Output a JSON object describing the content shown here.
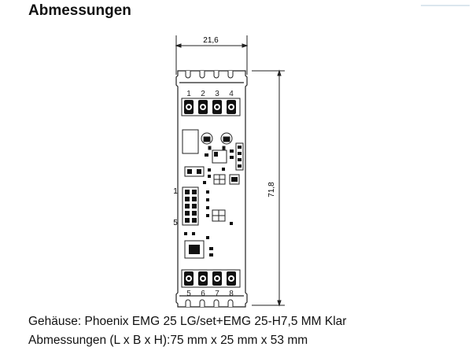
{
  "page": {
    "heading": "Abmessungen",
    "caption_housing": "Gehäuse: Phoenix EMG 25 LG/set+EMG 25-H7,5 MM Klar",
    "caption_dimensions": "Abmessungen (L x B x H):75 mm x 25 mm x 53 mm"
  },
  "drawing": {
    "width_label": "21,6",
    "height_label": "71,8",
    "terminals_top": [
      "1",
      "2",
      "3",
      "4"
    ],
    "terminals_bottom": [
      "5",
      "6",
      "7",
      "8"
    ],
    "header_pin_first": "1",
    "header_pin_last": "5"
  }
}
